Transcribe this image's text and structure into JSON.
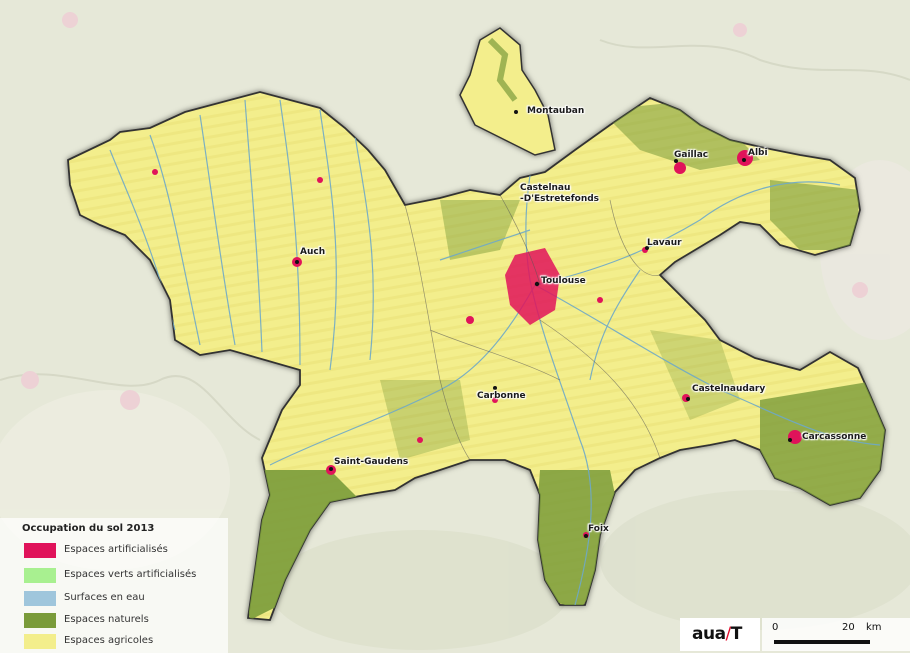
{
  "colors": {
    "artificialised": "#e0135a",
    "green_artificial": "#a8f090",
    "water": "#9fc6dc",
    "natural": "#7a9b3a",
    "agricultural": "#f3ee8c",
    "background": "#e6e8d8",
    "boundary": "#333333"
  },
  "cities": [
    {
      "id": "montauban",
      "label": "Montauban"
    },
    {
      "id": "gaillac",
      "label": "Gaillac"
    },
    {
      "id": "albi",
      "label": "Albi"
    },
    {
      "id": "castelnau",
      "label": "Castelnau\n-D'Estretefonds"
    },
    {
      "id": "lavaur",
      "label": "Lavaur"
    },
    {
      "id": "auch",
      "label": "Auch"
    },
    {
      "id": "toulouse",
      "label": "Toulouse"
    },
    {
      "id": "castelnaudary",
      "label": "Castelnaudary"
    },
    {
      "id": "carbonne",
      "label": "Carbonne"
    },
    {
      "id": "carcassonne",
      "label": "Carcassonne"
    },
    {
      "id": "saint-gaudens",
      "label": "Saint-Gaudens"
    },
    {
      "id": "foix",
      "label": "Foix"
    }
  ],
  "legend": {
    "title": "Occupation du sol 2013",
    "items": [
      {
        "label": "Espaces artificialisés",
        "color": "#e0135a"
      },
      {
        "label": "Espaces verts artificialisés",
        "color": "#a8f090"
      },
      {
        "label": "Surfaces en eau",
        "color": "#9fc6dc"
      },
      {
        "label": "Espaces naturels",
        "color": "#7a9b3a"
      },
      {
        "label": "Espaces agricoles",
        "color": "#f3ee8c"
      }
    ]
  },
  "logo": {
    "part1": "aua",
    "slash": "/",
    "part2": "T"
  },
  "scale": {
    "start": "0",
    "end": "20",
    "unit": "km"
  }
}
